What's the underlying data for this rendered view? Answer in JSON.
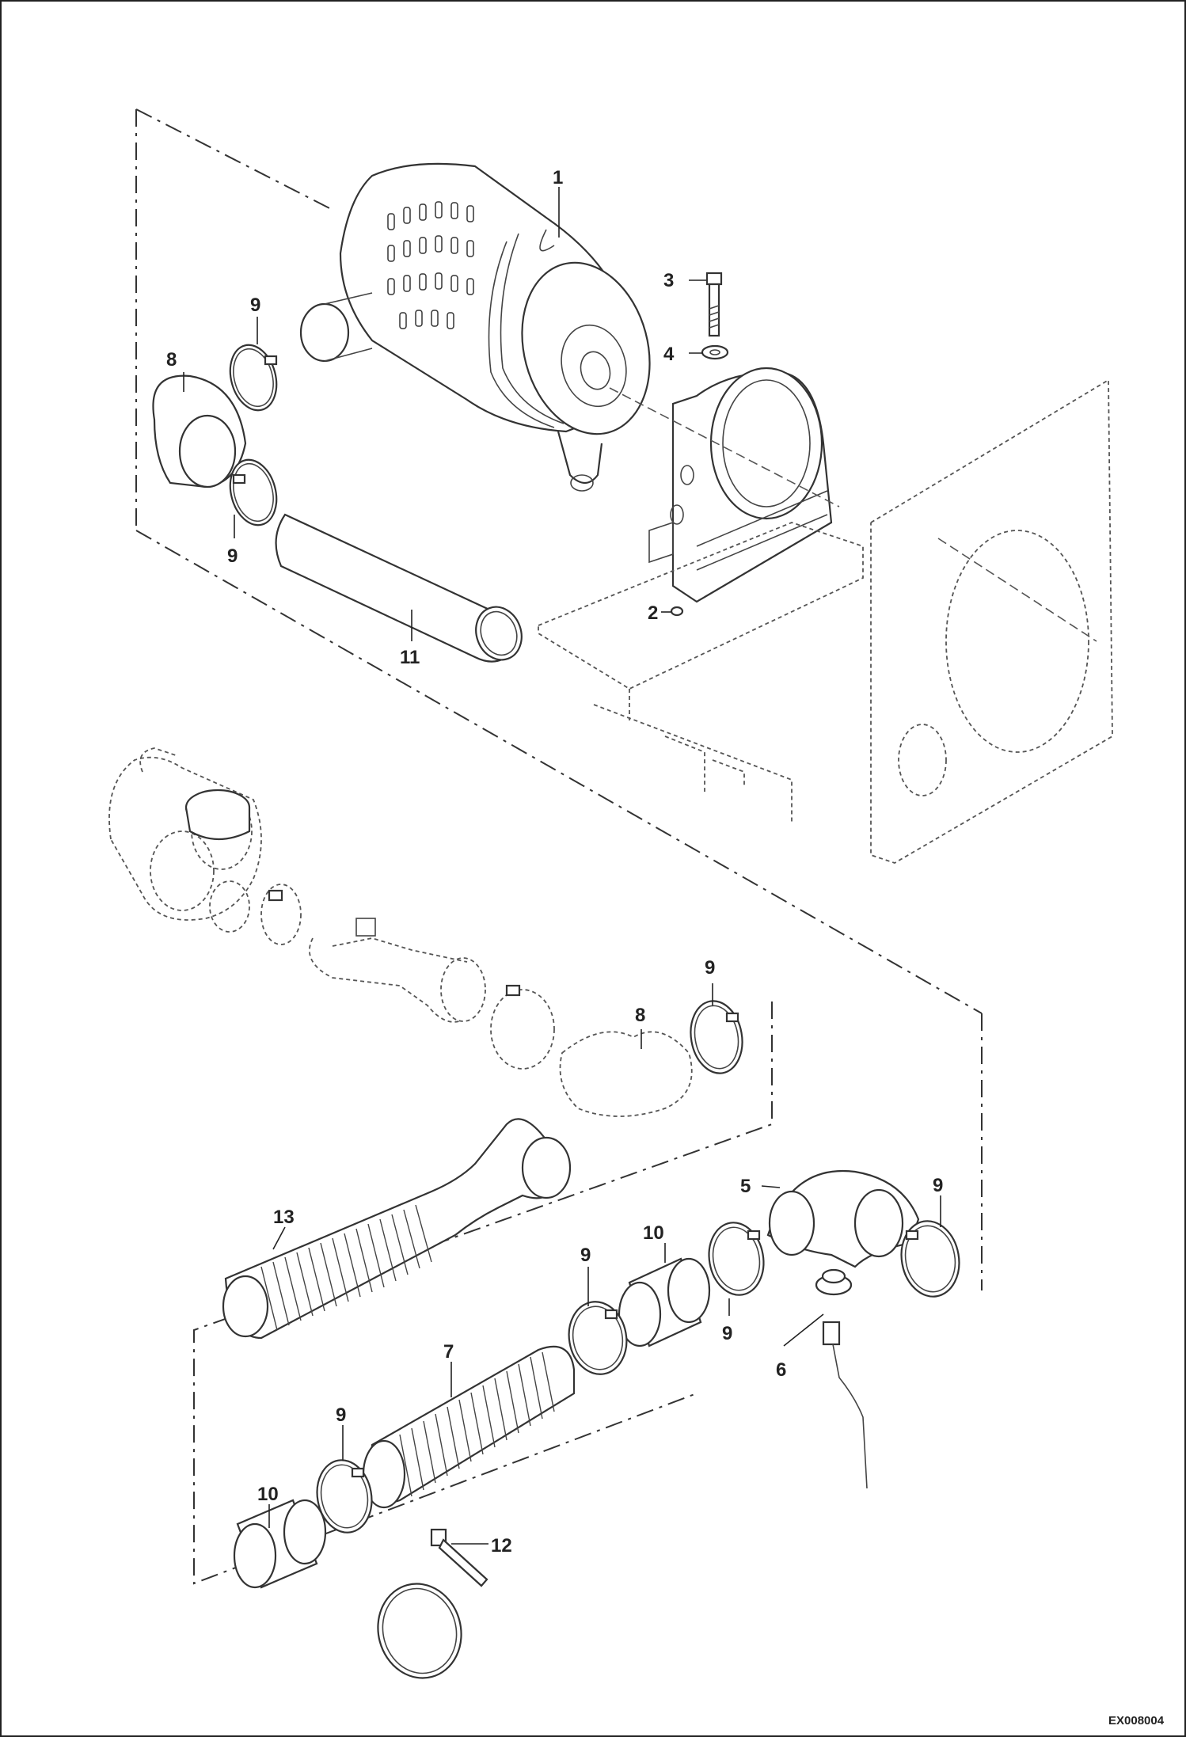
{
  "drawing": {
    "number": "EX008004"
  },
  "callouts": [
    {
      "id": "c1",
      "label": "1"
    },
    {
      "id": "c2",
      "label": "2"
    },
    {
      "id": "c3",
      "label": "3"
    },
    {
      "id": "c4",
      "label": "4"
    },
    {
      "id": "c5",
      "label": "5"
    },
    {
      "id": "c6",
      "label": "6"
    },
    {
      "id": "c7",
      "label": "7"
    },
    {
      "id": "c8a",
      "label": "8"
    },
    {
      "id": "c8b",
      "label": "8"
    },
    {
      "id": "c9a",
      "label": "9"
    },
    {
      "id": "c9b",
      "label": "9"
    },
    {
      "id": "c9c",
      "label": "9"
    },
    {
      "id": "c9d",
      "label": "9"
    },
    {
      "id": "c9e",
      "label": "9"
    },
    {
      "id": "c9f",
      "label": "9"
    },
    {
      "id": "c9g",
      "label": "9"
    },
    {
      "id": "c10a",
      "label": "10"
    },
    {
      "id": "c10b",
      "label": "10"
    },
    {
      "id": "c11",
      "label": "11"
    },
    {
      "id": "c12",
      "label": "12"
    },
    {
      "id": "c13",
      "label": "13"
    }
  ]
}
